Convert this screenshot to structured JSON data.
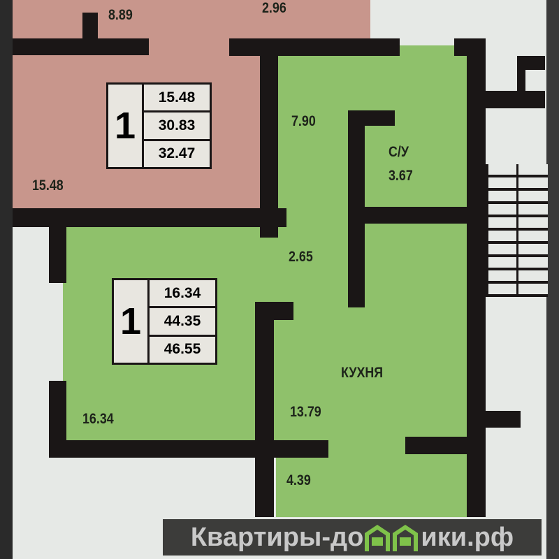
{
  "upper_apartment": {
    "rooms": 1,
    "areas": [
      "15.48",
      "30.83",
      "32.47"
    ],
    "room_labels": {
      "living": "15.48",
      "top_left": "8.89",
      "top_right": "2.96"
    }
  },
  "lower_apartment": {
    "rooms": 1,
    "areas": [
      "16.34",
      "44.35",
      "46.55"
    ],
    "room_labels": {
      "hall": "7.90",
      "bathroom_name": "С/У",
      "bathroom_area": "3.67",
      "corridor": "2.65",
      "kitchen_name": "КУХНЯ",
      "kitchen_area": "13.79",
      "living": "16.34",
      "balcony": "4.39"
    }
  },
  "watermark": {
    "text_before": "Квартиры-до",
    "text_after": "ики.рф"
  },
  "colors": {
    "pink": "#c8968c",
    "green": "#8fc16b",
    "wall": "#1a1616"
  }
}
